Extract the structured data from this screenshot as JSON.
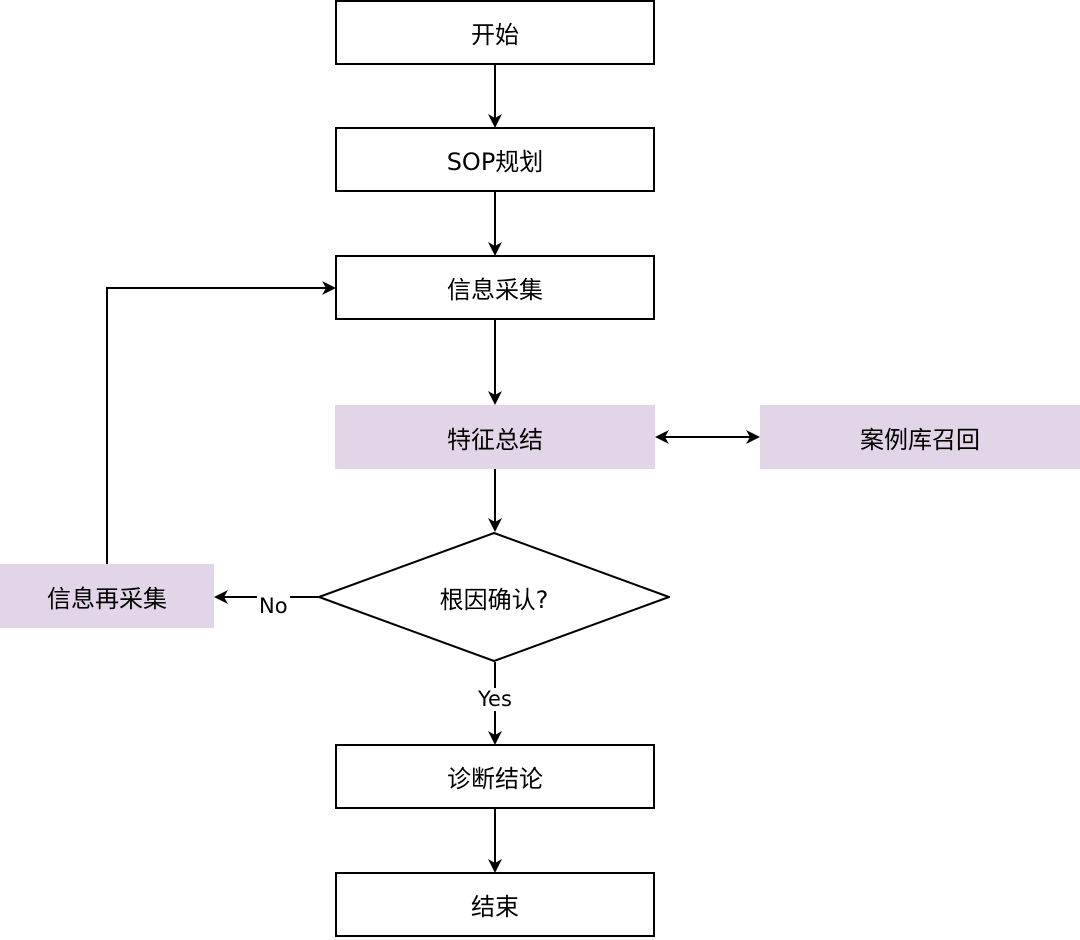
{
  "nodes": {
    "start": "开始",
    "sop": "SOP规划",
    "collect": "信息采集",
    "summary": "特征总结",
    "case_recall": "案例库召回",
    "decision": "根因确认?",
    "recollect": "信息再采集",
    "conclusion": "诊断结论",
    "end": "结束"
  },
  "edge_labels": {
    "no": "No",
    "yes": "Yes"
  },
  "colors": {
    "stroke": "#000000",
    "highlight_fill": "#e1d5e7",
    "box_fill": "#ffffff"
  }
}
